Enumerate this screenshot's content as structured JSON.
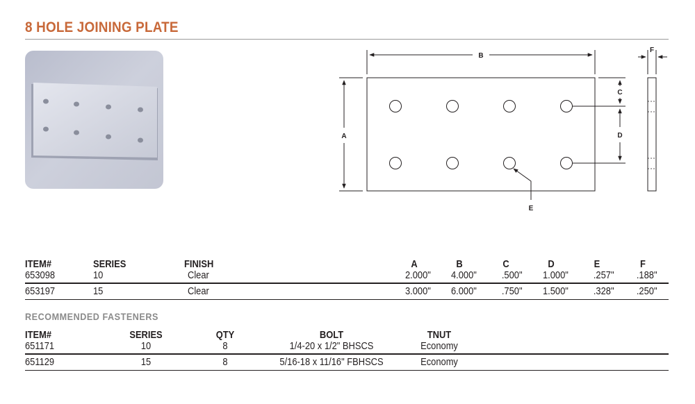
{
  "title": "8 HOLE JOINING PLATE",
  "drawing_labels": {
    "a": "A",
    "b": "B",
    "c": "C",
    "d": "D",
    "e": "E",
    "f": "F"
  },
  "plates": {
    "headers": [
      "ITEM#",
      "SERIES",
      "FINISH",
      "A",
      "B",
      "C",
      "D",
      "E",
      "F"
    ],
    "rows": [
      [
        "653098",
        "10",
        "Clear",
        "2.000\"",
        "4.000\"",
        ".500\"",
        "1.000\"",
        ".257\"",
        ".188\""
      ],
      [
        "653197",
        "15",
        "Clear",
        "3.000\"",
        "6.000\"",
        ".750\"",
        "1.500\"",
        ".328\"",
        ".250\""
      ]
    ]
  },
  "fasteners": {
    "title": "RECOMMENDED FASTENERS",
    "headers": [
      "ITEM#",
      "SERIES",
      "QTY",
      "BOLT",
      "TNUT"
    ],
    "rows": [
      [
        "651171",
        "10",
        "8",
        "1/4-20 x 1/2\" BHSCS",
        "Economy"
      ],
      [
        "651129",
        "15",
        "8",
        "5/16-18 x 11/16\" FBHSCS",
        "Economy"
      ]
    ]
  }
}
